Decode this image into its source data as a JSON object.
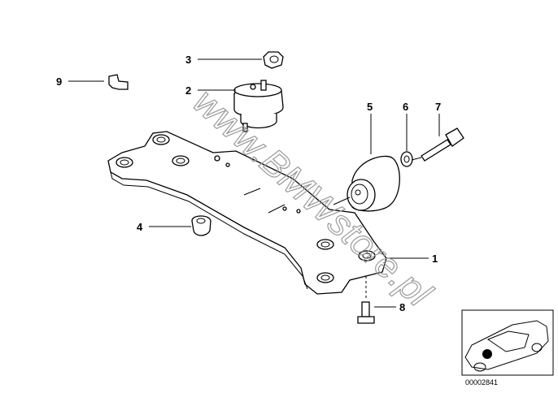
{
  "labels": {
    "p1": "1",
    "p2": "2",
    "p3": "3",
    "p4": "4",
    "p5": "5",
    "p6": "6",
    "p7": "7",
    "p8": "8",
    "p9": "9"
  },
  "watermark": "www.BMWstore.pl",
  "inset": {
    "diagram_code": "00002841"
  }
}
